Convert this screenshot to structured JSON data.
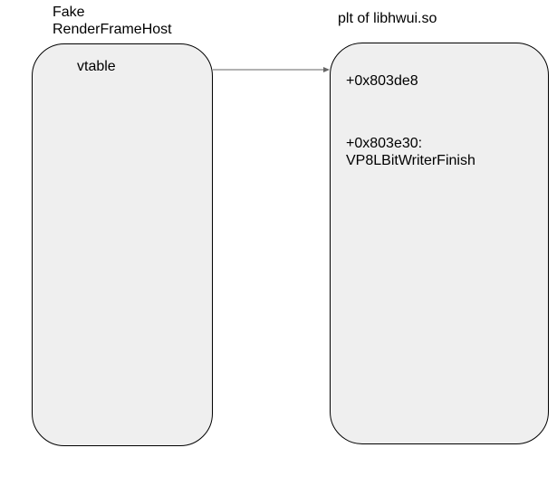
{
  "left_box": {
    "title": "Fake\nRenderFrameHost",
    "field": "vtable"
  },
  "right_box": {
    "title": "plt of libhwui.so",
    "entries": [
      "+0x803de8",
      "+0x803e30:\nVP8LBitWriterFinish"
    ]
  },
  "colors": {
    "box_fill": "#efefef",
    "box_border": "#000000",
    "arrow": "#666666"
  }
}
